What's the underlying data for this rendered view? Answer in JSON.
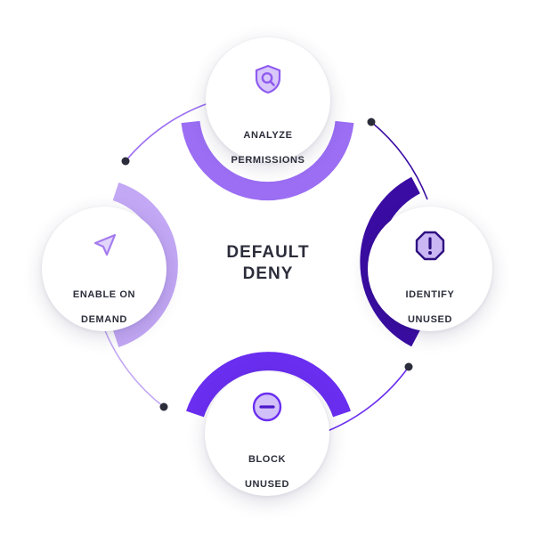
{
  "center": {
    "title_line1": "DEFAULT",
    "title_line2": "DENY"
  },
  "steps": [
    {
      "label_line1": "ANALYZE",
      "label_line2": "PERMISSIONS",
      "icon": "shield-search-icon",
      "color": "#9b6ef3"
    },
    {
      "label_line1": "IDENTIFY",
      "label_line2": "UNUSED",
      "icon": "warning-octagon-icon",
      "color": "#3a0ca3"
    },
    {
      "label_line1": "BLOCK",
      "label_line2": "UNUSED",
      "icon": "minus-circle-icon",
      "color": "#6a2ef0"
    },
    {
      "label_line1": "ENABLE ON",
      "label_line2": "DEMAND",
      "icon": "navigation-arrow-icon",
      "color": "#c3a8f5"
    }
  ],
  "colors": {
    "dot": "#2b2d3a",
    "text": "#2b2d3a"
  }
}
